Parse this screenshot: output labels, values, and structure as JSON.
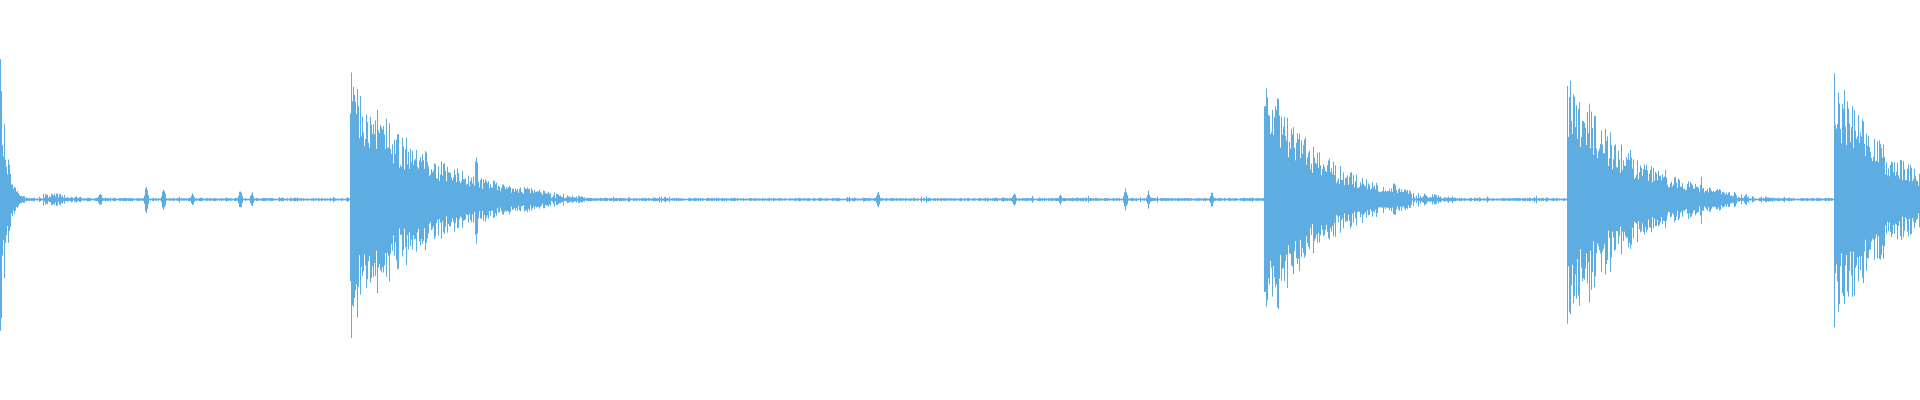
{
  "waveform": {
    "color": "#5DADE2",
    "background": "#FFFFFF",
    "normalized_amplitude_range": [
      -1,
      1
    ],
    "bursts": [
      {
        "start": 0.0,
        "end": 0.022,
        "peak": 0.85,
        "decay": 2.2
      },
      {
        "start": 0.182,
        "end": 0.285,
        "peak": 0.8,
        "decay": 0.9
      },
      {
        "start": 0.658,
        "end": 0.735,
        "peak": 0.8,
        "decay": 0.9
      },
      {
        "start": 0.816,
        "end": 0.9,
        "peak": 0.82,
        "decay": 0.9
      },
      {
        "start": 0.955,
        "end": 1.0,
        "peak": 0.78,
        "decay": 0.5
      }
    ],
    "spikes": [
      {
        "pos": 0.052,
        "amp": 0.05
      },
      {
        "pos": 0.076,
        "amp": 0.1
      },
      {
        "pos": 0.085,
        "amp": 0.09
      },
      {
        "pos": 0.1,
        "amp": 0.05
      },
      {
        "pos": 0.125,
        "amp": 0.07
      },
      {
        "pos": 0.131,
        "amp": 0.05
      },
      {
        "pos": 0.218,
        "amp": 0.28
      },
      {
        "pos": 0.234,
        "amp": 0.24
      },
      {
        "pos": 0.248,
        "amp": 0.38
      },
      {
        "pos": 0.457,
        "amp": 0.06
      },
      {
        "pos": 0.528,
        "amp": 0.05
      },
      {
        "pos": 0.552,
        "amp": 0.04
      },
      {
        "pos": 0.586,
        "amp": 0.07
      },
      {
        "pos": 0.598,
        "amp": 0.06
      },
      {
        "pos": 0.631,
        "amp": 0.05
      },
      {
        "pos": 0.692,
        "amp": 0.3
      },
      {
        "pos": 0.726,
        "amp": 0.14
      },
      {
        "pos": 0.849,
        "amp": 0.32
      },
      {
        "pos": 0.867,
        "amp": 0.2
      },
      {
        "pos": 0.886,
        "amp": 0.14
      }
    ]
  }
}
